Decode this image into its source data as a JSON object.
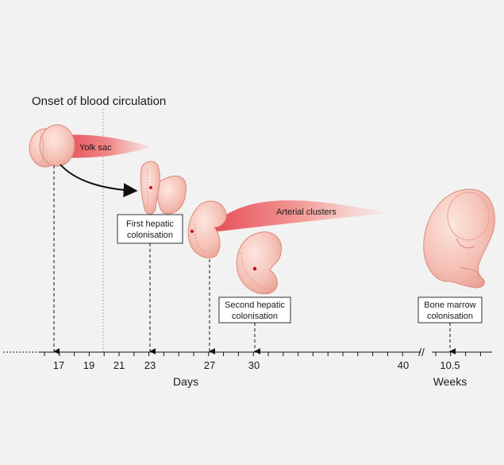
{
  "header": {
    "onset_label": "Onset of blood circulation"
  },
  "streams": {
    "yolk_sac": "Yolk sac",
    "arterial_clusters": "Arterial clusters"
  },
  "boxes": {
    "first_hepatic": [
      "First hepatic",
      "colonisation"
    ],
    "second_hepatic": [
      "Second hepatic",
      "colonisation"
    ],
    "bone_marrow": [
      "Bone marrow",
      "colonisation"
    ]
  },
  "axis": {
    "day_ticks": [
      "17",
      "19",
      "21",
      "23",
      "27",
      "30",
      "40"
    ],
    "week_tick": "10.5",
    "days_label": "Days",
    "weeks_label": "Weeks",
    "break_symbol": "//"
  },
  "colors": {
    "embryo_fill": "#f4c1b6",
    "embryo_stroke": "#d98b7e",
    "stream_dark": "#e8525a",
    "stream_light": "#f6c6c2",
    "marker": "#c0111a"
  }
}
